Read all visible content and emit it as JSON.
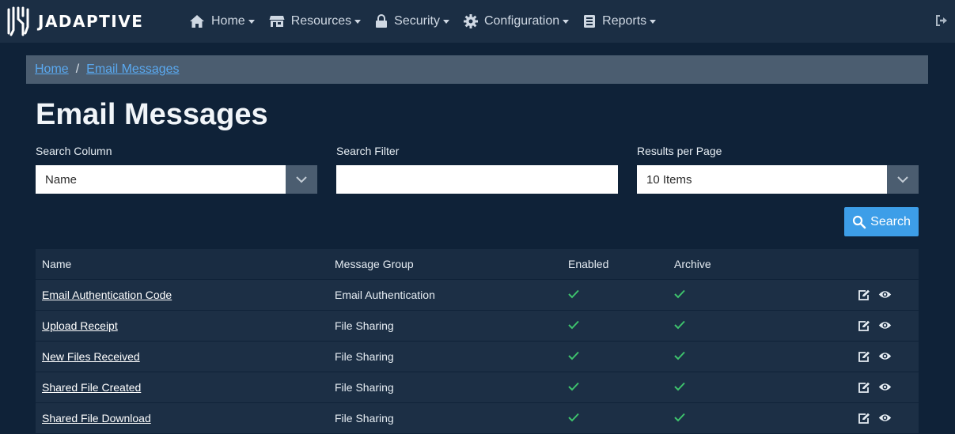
{
  "brand": {
    "name": "JADAPTIVE"
  },
  "nav": {
    "items": [
      {
        "label": "Home",
        "icon": "home-icon"
      },
      {
        "label": "Resources",
        "icon": "store-icon"
      },
      {
        "label": "Security",
        "icon": "lock-icon"
      },
      {
        "label": "Configuration",
        "icon": "gear-icon"
      },
      {
        "label": "Reports",
        "icon": "report-icon"
      }
    ],
    "logout_icon": "sign-out-icon"
  },
  "breadcrumb": {
    "home": "Home",
    "current": "Email Messages",
    "separator": "/"
  },
  "page": {
    "title": "Email Messages"
  },
  "filters": {
    "search_column": {
      "label": "Search Column",
      "value": "Name"
    },
    "search_filter": {
      "label": "Search Filter",
      "value": "",
      "placeholder": ""
    },
    "results_per_page": {
      "label": "Results per Page",
      "value": "10 Items"
    },
    "search_button": "Search"
  },
  "table": {
    "columns": [
      "Name",
      "Message Group",
      "Enabled",
      "Archive"
    ],
    "rows": [
      {
        "name": "Email Authentication Code",
        "group": "Email Authentication",
        "enabled": true,
        "archive": true
      },
      {
        "name": "Upload Receipt",
        "group": "File Sharing",
        "enabled": true,
        "archive": true
      },
      {
        "name": "New Files Received",
        "group": "File Sharing",
        "enabled": true,
        "archive": true
      },
      {
        "name": "Shared File Created",
        "group": "File Sharing",
        "enabled": true,
        "archive": true
      },
      {
        "name": "Shared File Download",
        "group": "File Sharing",
        "enabled": true,
        "archive": true
      }
    ]
  },
  "colors": {
    "background": "#0f2238",
    "navbar": "#1b2e44",
    "breadcrumb_bg": "#4b5d70",
    "link": "#5aa9f0",
    "accent_button": "#3d9ee8",
    "check": "#3ec46d"
  }
}
